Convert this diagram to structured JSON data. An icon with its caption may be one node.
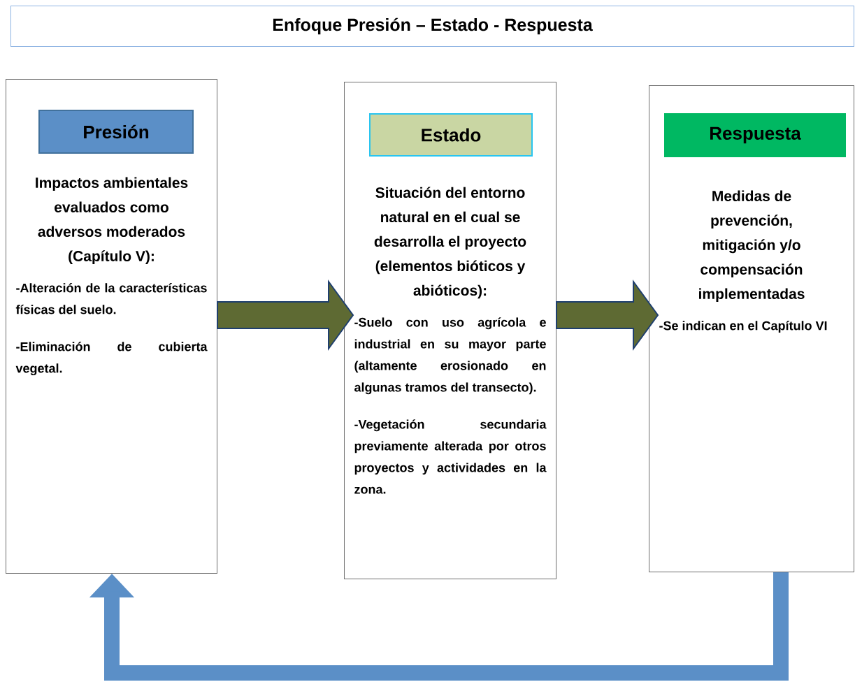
{
  "diagram": {
    "title": "Enfoque Presión – Estado - Respuesta",
    "nodes": [
      {
        "text": [
          "Impactos ambientales evaluados como adversos moderados (Capítulo V):",
          "-Alteración de la características físicas del suelo.",
          "-Eliminación de cubierta vegetal."
        ]
      },
      {
        "text": [
          "Presión"
        ],
        "in": 0
      },
      {
        "text": [
          "Situación del entorno natural en el cual se desarrolla el proyecto (elementos bióticos y abióticos):",
          "-Suelo con uso agrícola e industrial en su mayor parte (altamente erosionado en algunas tramos del transecto).",
          "-Vegetación secundaria previamente alterada por otros proyectos y actividades en la zona."
        ]
      },
      {
        "text": [
          "Estado"
        ],
        "in": 2
      },
      {
        "text": [
          "Medidas de prevención, mitigación y/o compensación implementadas",
          "-Se indican en el Capítulo VI"
        ]
      },
      {
        "text": [
          "Respuesta"
        ],
        "in": 4
      }
    ],
    "edges": [
      {
        "from": 0,
        "to": 2,
        "arrow": "to"
      },
      {
        "from": 2,
        "to": 4,
        "arrow": "to"
      },
      {
        "from": 4,
        "to": 0,
        "arrow": "to",
        "color": "#5b8fc7"
      }
    ]
  }
}
